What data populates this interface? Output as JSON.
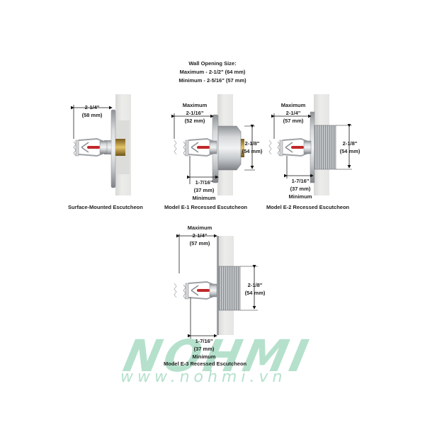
{
  "header": {
    "title": "Wall Opening Size:",
    "maximum": "Maximum - 2-1/2\" (64 mm)",
    "minimum": "Minimum - 2-5/16\" (57 mm)"
  },
  "figures": [
    {
      "caption": "Surface-Mounted Escutcheon",
      "top_dim": {
        "label": "",
        "inch": "2-1/4\"",
        "mm": "(58 mm)"
      }
    },
    {
      "caption": "Model E-1 Recessed Escutcheon",
      "top_dim": {
        "label": "Maximum",
        "inch": "2-1/16\"",
        "mm": "(52 mm)"
      },
      "bottom_dim": {
        "inch": "1-7/16\"",
        "mm": "(37 mm)",
        "label": "Minimum"
      },
      "side_dim": {
        "inch": "2-1/8\"",
        "mm": "(54 mm)"
      }
    },
    {
      "caption": "Model E-2 Recessed Escutcheon",
      "top_dim": {
        "label": "Maximum",
        "inch": "2-1/4\"",
        "mm": "(57 mm)"
      },
      "bottom_dim": {
        "inch": "1-7/16\"",
        "mm": "(37 mm)",
        "label": "Minimum"
      },
      "side_dim": {
        "inch": "2-1/8\"",
        "mm": "(54 mm)"
      }
    },
    {
      "caption": "Model E-3 Recessed Escutcheon",
      "top_dim": {
        "label": "Maximum",
        "inch": "2-1/4\"",
        "mm": "(57 mm)"
      },
      "bottom_dim": {
        "inch": "1-7/16\"",
        "mm": "(37 mm)",
        "label": "Minimum"
      },
      "side_dim": {
        "inch": "2-1/8\"",
        "mm": "(54 mm)"
      }
    }
  ],
  "watermark": {
    "logo": "NOHMI",
    "url": "www.nohmi.vn",
    "color": "#a9dcc4"
  },
  "colors": {
    "wall": "#e9e9e7",
    "metal": "#b9bcbf",
    "brass": "#b8953a",
    "bulb": "#c0282a"
  }
}
